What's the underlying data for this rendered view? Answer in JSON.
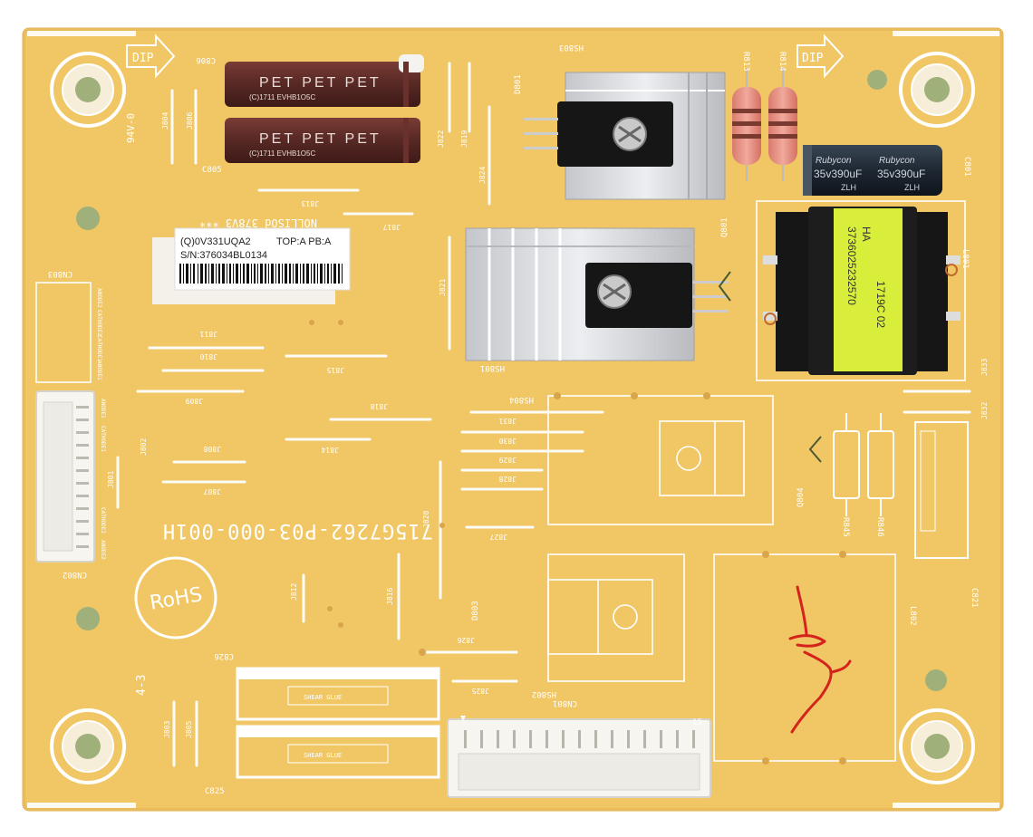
{
  "board": {
    "part_number": "715G7262-P03-000-001H",
    "rohs_mark": "RoHS",
    "dip_arrow_label": "DIP",
    "corner_mark_left": "4-3",
    "board_marking_vertical": "94V-0",
    "cable_position_text": "NOLLISOd 378V3 ***"
  },
  "sticker": {
    "line1_left": "(Q)0V331UQA2",
    "line1_right": "TOP:A PB:A",
    "line2": "S/N:376034BL0134"
  },
  "capacitors_top": {
    "brand_text": "PET PET PET",
    "sub_text": "(C)1711 EVHB1O5C",
    "ref_upper": "C806",
    "ref_lower": "C805"
  },
  "capacitor_c801": {
    "brand": "Rubycon",
    "rating": "35v390uF",
    "series": "ZLH",
    "ref": "C801"
  },
  "transformer": {
    "code": "3736025232570",
    "line_a": "HA",
    "line_b": "1719C 02",
    "ref": "L801"
  },
  "connectors": {
    "cn801": "CN801",
    "cn802": "CN802",
    "cn803": "CN803",
    "pin_labels": [
      "ANODE2",
      "CATHODE2",
      "CATHODE1",
      "ANODE1",
      "ANODE1",
      "CATHODE1",
      "CATHODE2",
      "ANODE2"
    ],
    "pin_count": "15"
  },
  "references": {
    "heatsinks": [
      "HS803",
      "HS801",
      "HS804",
      "HS802"
    ],
    "diodes": [
      "D801",
      "D803"
    ],
    "transistors": [
      "Q801",
      "Q804"
    ],
    "resistors": [
      "R813",
      "R814",
      "R845",
      "R846"
    ],
    "inductor": "L802",
    "cap_c821": "C821",
    "cap_c826": "C826",
    "cap_c825": "C825",
    "jumpers": {
      "j804": "J804",
      "j806": "J806",
      "j813": "J813",
      "j817": "J817",
      "j822": "J822",
      "j819": "J819",
      "j824": "J824",
      "j821": "J821",
      "j811": "J811",
      "j810": "J810",
      "j809": "J809",
      "j815": "J815",
      "j818": "J818",
      "j814": "J814",
      "j831": "J831",
      "j830": "J830",
      "j829": "J829",
      "j828": "J828",
      "j808": "J808",
      "j807": "J807",
      "j802": "J802",
      "j801": "J801",
      "j820": "J820",
      "j827": "J827",
      "j812": "J812",
      "j816": "J816",
      "j826": "J826",
      "j825": "J825",
      "j803": "J803",
      "j805": "J805",
      "j833": "J833",
      "j832": "J832"
    }
  },
  "glue_label": "SHEAR GLUE",
  "colors": {
    "pcb": "#f1c765",
    "pcb_edge": "#e6b34e",
    "silkscreen": "#ffffff",
    "cap_brown": "#5a2a26",
    "cap_black": "#1e2833",
    "heatsink": "#d9dade",
    "transformer_yellow": "#d8ee3a",
    "resistor_pink": "#e9968a",
    "connector_white": "#f7f5f0",
    "red_marker": "#d4231c"
  }
}
